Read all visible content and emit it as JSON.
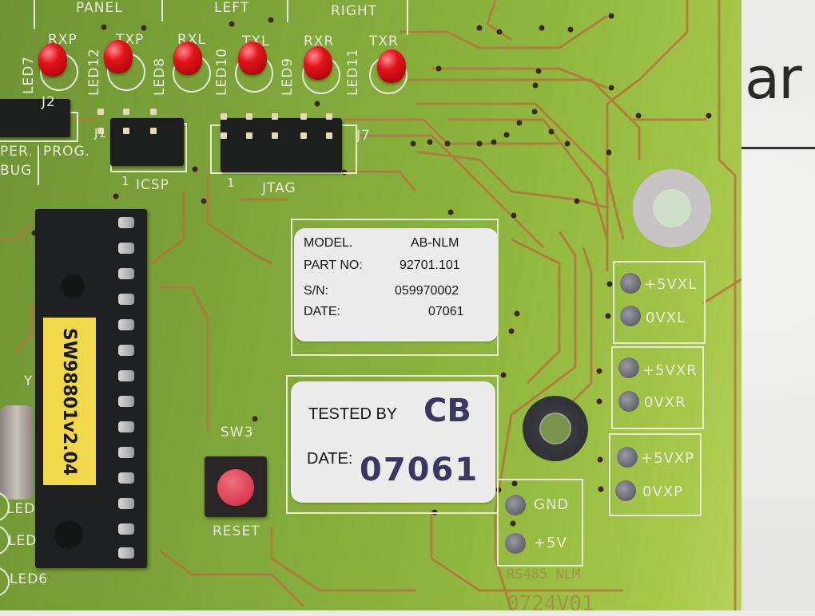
{
  "scene": "Close-up photo of a green printed circuit board with labels, connectors and LEDs",
  "silkscreen": {
    "section_headers": [
      "PANEL",
      "LEFT",
      "RIGHT"
    ],
    "leds": [
      {
        "ref": "LED7",
        "signal": "RXP"
      },
      {
        "ref": "LED12",
        "signal": "TXP"
      },
      {
        "ref": "LED8",
        "signal": "RXL"
      },
      {
        "ref": "LED10",
        "signal": "TXL"
      },
      {
        "ref": "LED9",
        "signal": "RXR"
      },
      {
        "ref": "LED11",
        "signal": "TXR"
      }
    ],
    "connectors": {
      "j2": "J2",
      "j2_left_label_1": "PER.",
      "j2_left_label_2": "BUG",
      "j2_prog": "PROG.",
      "icsp_ref": "J1",
      "icsp_pin1": "1",
      "icsp": "ICSP",
      "jtag_ref": "J7",
      "jtag_pin1": "1",
      "jtag": "JTAG"
    },
    "crystal_ref": "Y",
    "lower_leds": [
      "LED",
      "LED",
      "LED6"
    ],
    "switch_ref": "SW3",
    "switch_label": "RESET",
    "power_terminals": [
      {
        "pos": "+5VXL",
        "neg": "0VXL"
      },
      {
        "pos": "+5VXR",
        "neg": "0VXR"
      },
      {
        "pos": "+5VXP",
        "neg": "0VXP"
      }
    ],
    "supply_terminal": {
      "top": "GND",
      "bottom": "+5V"
    },
    "board_name": "RS485 NLM",
    "board_rev": "0724V01"
  },
  "chip_label": "SW98801v2.04",
  "label_info": {
    "model_key": "MODEL.",
    "model_value": "AB-NLM",
    "part_key": "PART NO:",
    "part_value": "92701.101",
    "sn_key": "S/N:",
    "sn_value": "059970002",
    "date_key": "DATE:",
    "date_value": "07061"
  },
  "label_test": {
    "tested_by_key": "TESTED BY",
    "tested_by_value": "CB",
    "date_key": "DATE:",
    "date_value": "07061"
  },
  "background_paper_text": "ar",
  "colors": {
    "pcb_green": "#7ea63a",
    "trace_copper": "#b5763a",
    "silkscreen": "#e8efdc",
    "led_red": "#e0141a",
    "chip_sticker": "#f0d84a",
    "reset_button": "#d83b50"
  }
}
